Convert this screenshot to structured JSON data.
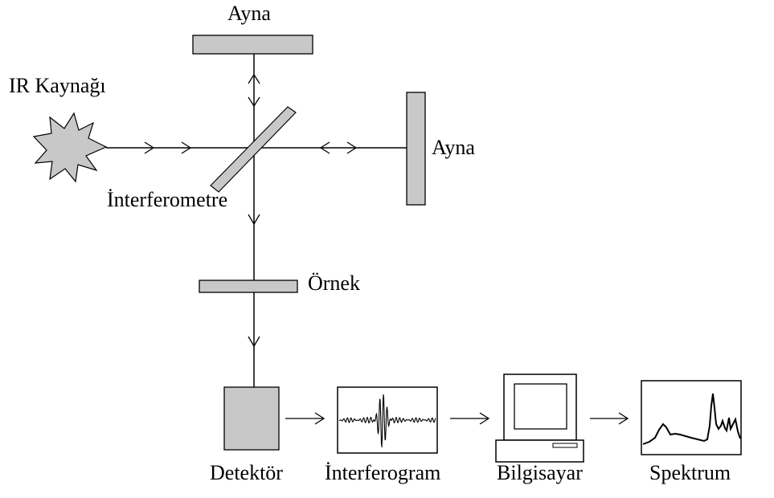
{
  "labels": {
    "mirror_top": "Ayna",
    "mirror_right": "Ayna",
    "ir_source": "IR Kaynağı",
    "interferometer": "İnterferometre",
    "sample": "Örnek",
    "detector": "Detektör",
    "interferogram": "İnterferogram",
    "computer": "Bilgisayar",
    "spectrum": "Spektrum"
  },
  "colors": {
    "component_fill": "#c8c8c8",
    "stroke": "#000000",
    "background": "#ffffff"
  }
}
